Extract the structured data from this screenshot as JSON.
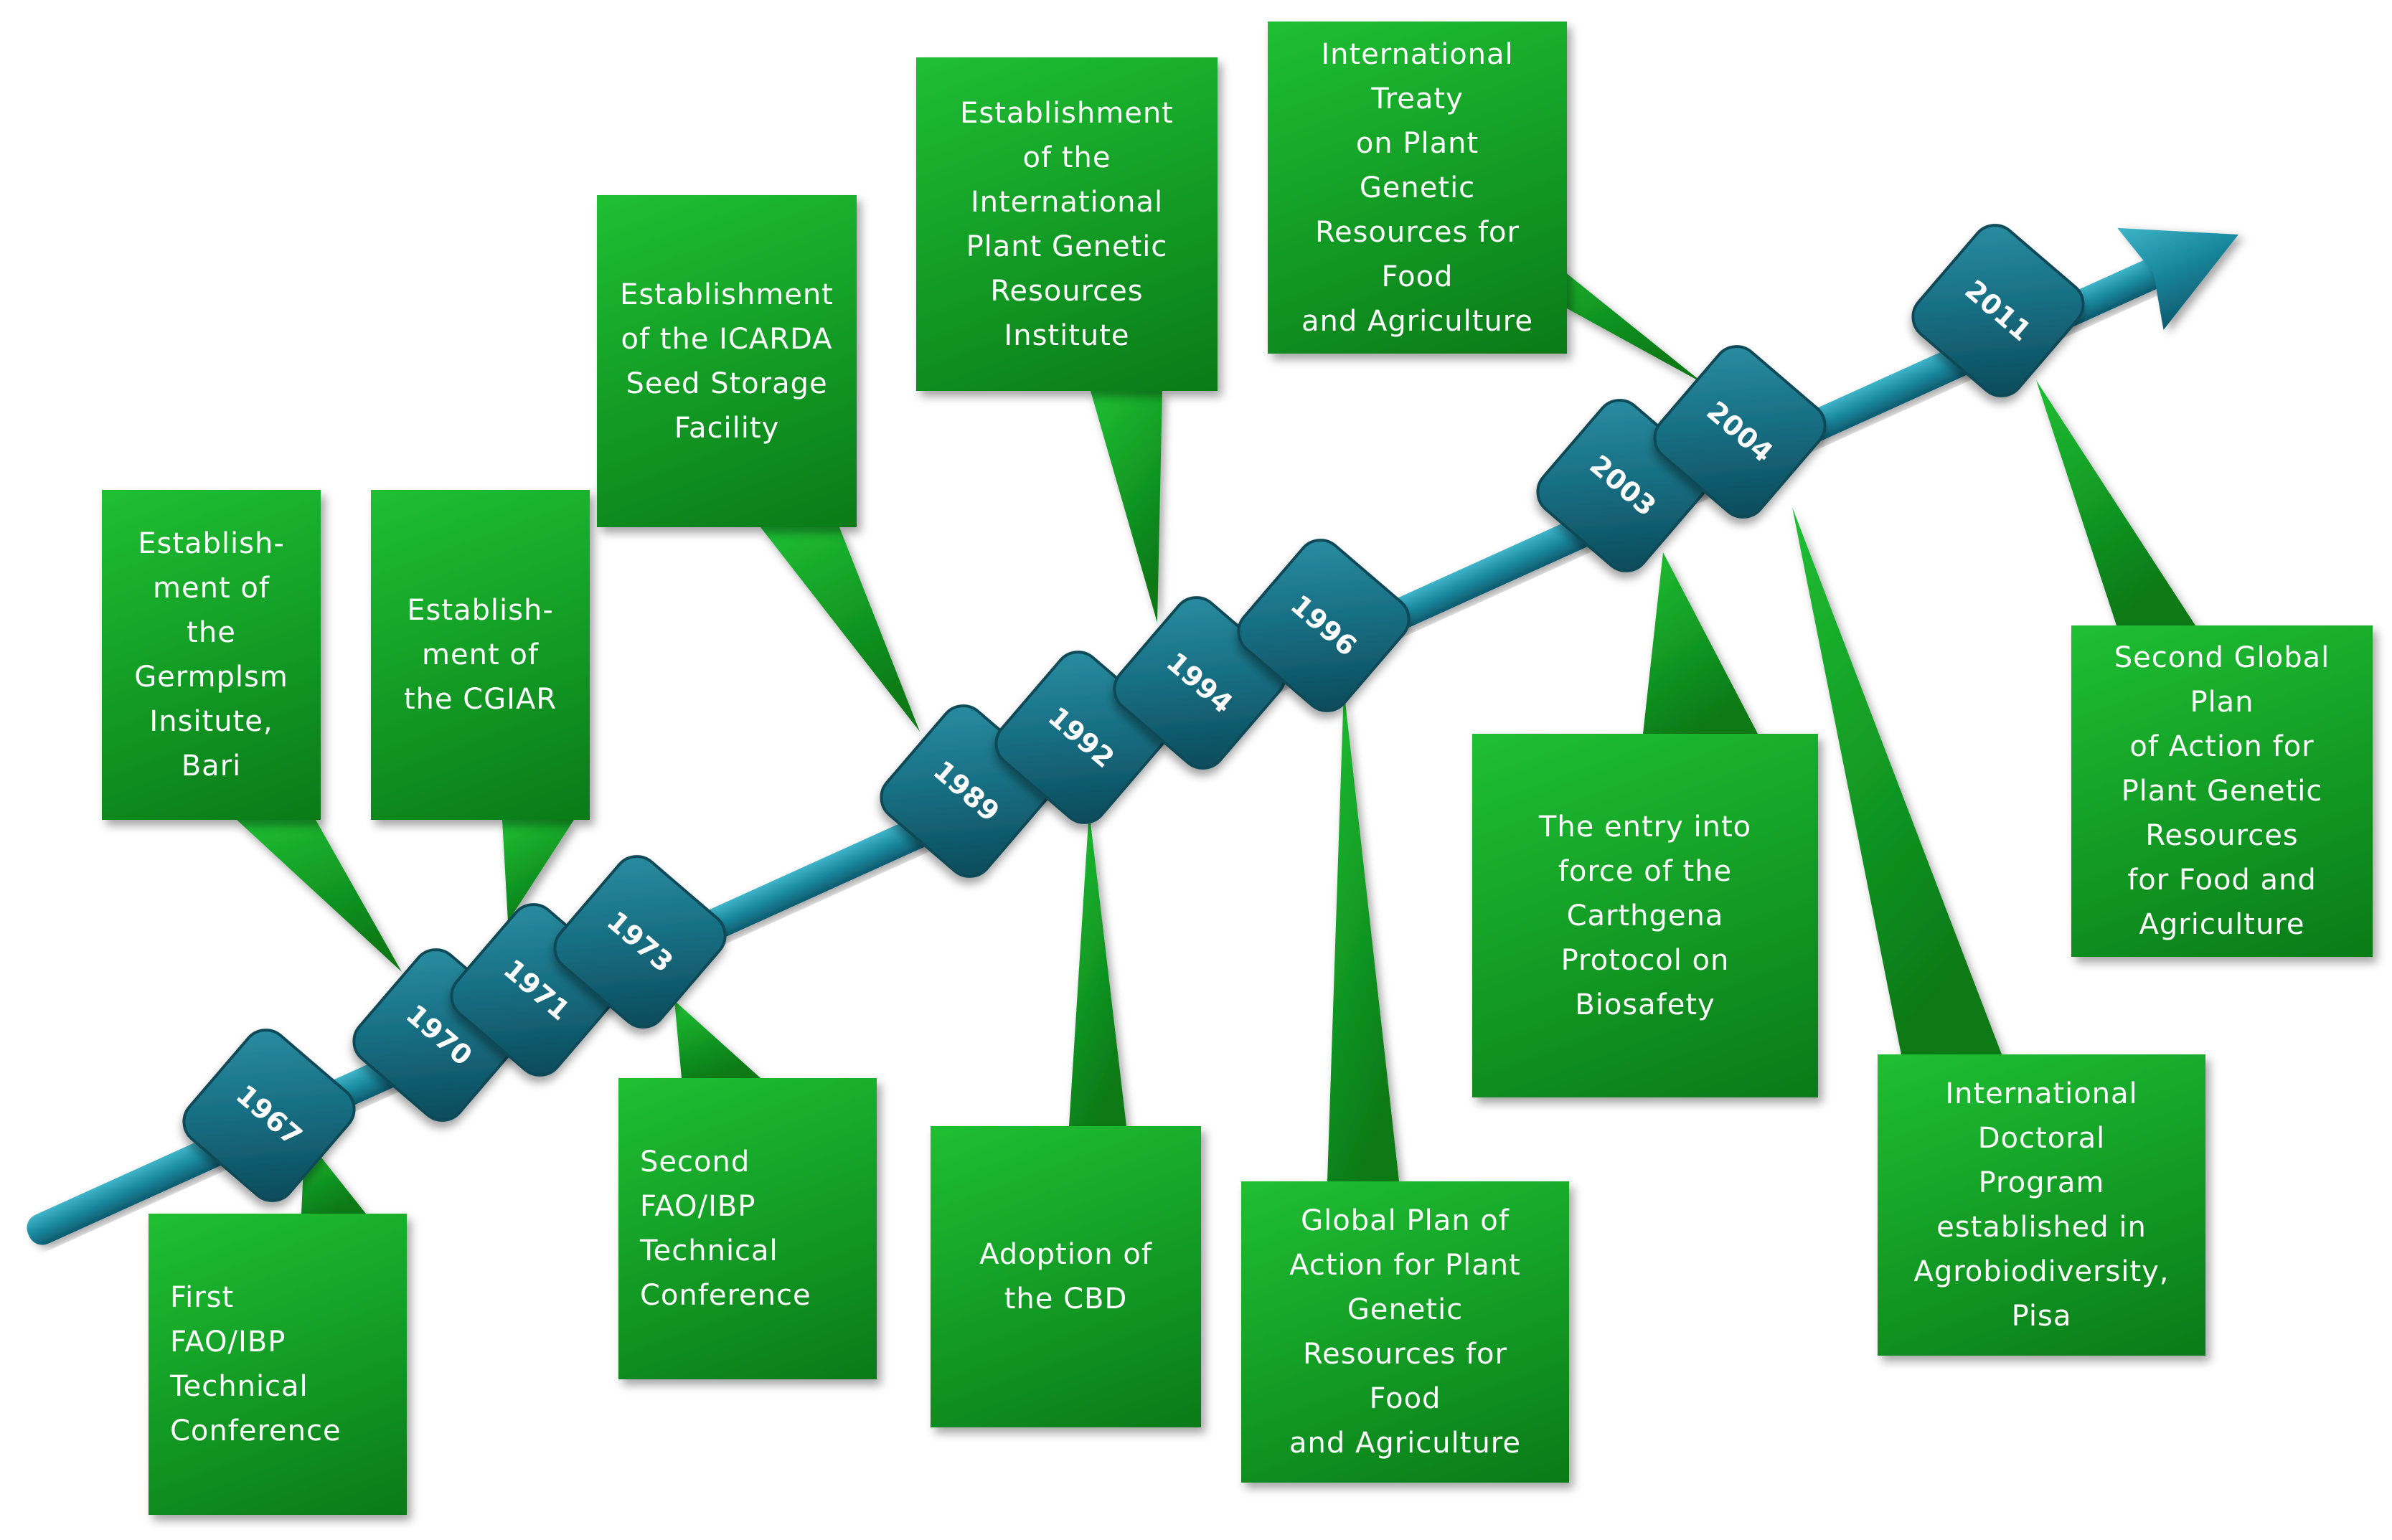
{
  "timeline": {
    "colors": {
      "box": "#129a24",
      "box_light": "#1fbf33",
      "box_dark": "#0a7a17",
      "axis": "#1a8aa0",
      "axis_dark": "#0e5a6e",
      "year_box": "#156a7e"
    },
    "years": [
      "1967",
      "1970",
      "1971",
      "1973",
      "1989",
      "1992",
      "1994",
      "1996",
      "2003",
      "2004",
      "2011"
    ],
    "events": [
      {
        "year": "1967",
        "text": "First\nFAO/IBP\nTechnical\nConference"
      },
      {
        "year": "1970",
        "text": "Establish-\nment of\nthe\nGermplsm\nInsitute,\nBari"
      },
      {
        "year": "1971",
        "text": "Establish-\nment of\nthe CGIAR"
      },
      {
        "year": "1973",
        "text": "Second\nFAO/IBP\nTechnical\nConference"
      },
      {
        "year": "1989",
        "text": "Establishment\nof the ICARDA\nSeed Storage\nFacility"
      },
      {
        "year": "1992",
        "text": "Adoption of\nthe CBD"
      },
      {
        "year": "1994",
        "text": "Establishment\nof the\nInternational\nPlant Genetic\nResources\nInstitute"
      },
      {
        "year": "1996",
        "text": "Global Plan of\nAction for Plant\nGenetic\nResources for\nFood\nand Agriculture"
      },
      {
        "year": "2003",
        "text": "The entry into\nforce of the\nCarthgena\nProtocol on\nBiosafety"
      },
      {
        "year": "2004",
        "text": "International\nTreaty\non Plant\nGenetic\nResources for\nFood\nand Agriculture"
      },
      {
        "year": "2004",
        "text": "International\nDoctoral\nProgram\nestablished in\nAgrobiodiversity,\nPisa"
      },
      {
        "year": "2011",
        "text": "Second Global\nPlan\nof Action for\nPlant Genetic\nResources\nfor Food and\nAgriculture"
      }
    ]
  }
}
